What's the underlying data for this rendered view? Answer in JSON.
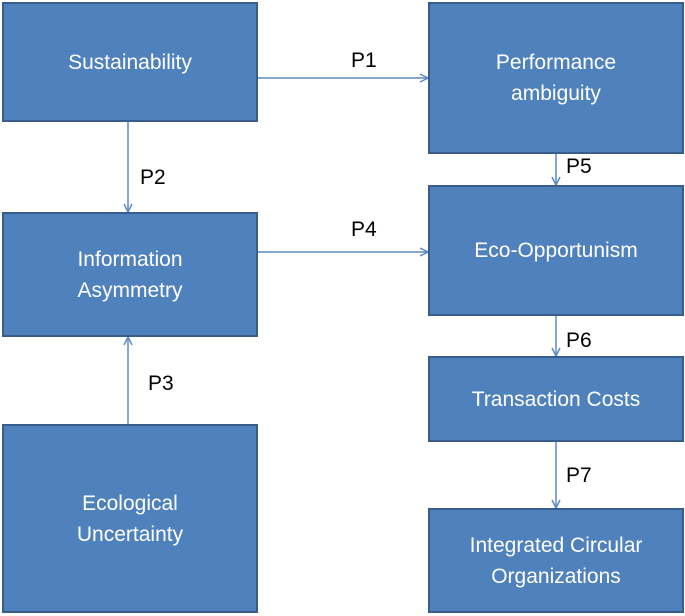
{
  "colors": {
    "box_fill": "#4f81bd",
    "box_border": "#385d8a",
    "box_text": "#ffffff",
    "arrow": "#5b8ac6",
    "label_text": "#000000"
  },
  "nodes": {
    "sustainability": {
      "line1": "Sustainability"
    },
    "performance_ambiguity": {
      "line1": "Performance",
      "line2": "ambiguity"
    },
    "information_asymmetry": {
      "line1": "Information",
      "line2": "Asymmetry"
    },
    "eco_opportunism": {
      "line1": "Eco-Opportunism"
    },
    "ecological_uncertainty": {
      "line1": "Ecological",
      "line2": "Uncertainty"
    },
    "transaction_costs": {
      "line1": "Transaction Costs"
    },
    "integrated_circular_organizations": {
      "line1": "Integrated Circular",
      "line2": "Organizations"
    }
  },
  "edges": [
    {
      "id": "P1",
      "from": "Sustainability",
      "to": "Performance ambiguity"
    },
    {
      "id": "P2",
      "from": "Sustainability",
      "to": "Information Asymmetry"
    },
    {
      "id": "P3",
      "from": "Ecological Uncertainty",
      "to": "Information Asymmetry"
    },
    {
      "id": "P4",
      "from": "Information Asymmetry",
      "to": "Eco-Opportunism"
    },
    {
      "id": "P5",
      "from": "Performance ambiguity",
      "to": "Eco-Opportunism"
    },
    {
      "id": "P6",
      "from": "Eco-Opportunism",
      "to": "Transaction Costs"
    },
    {
      "id": "P7",
      "from": "Transaction Costs",
      "to": "Integrated Circular Organizations"
    }
  ]
}
